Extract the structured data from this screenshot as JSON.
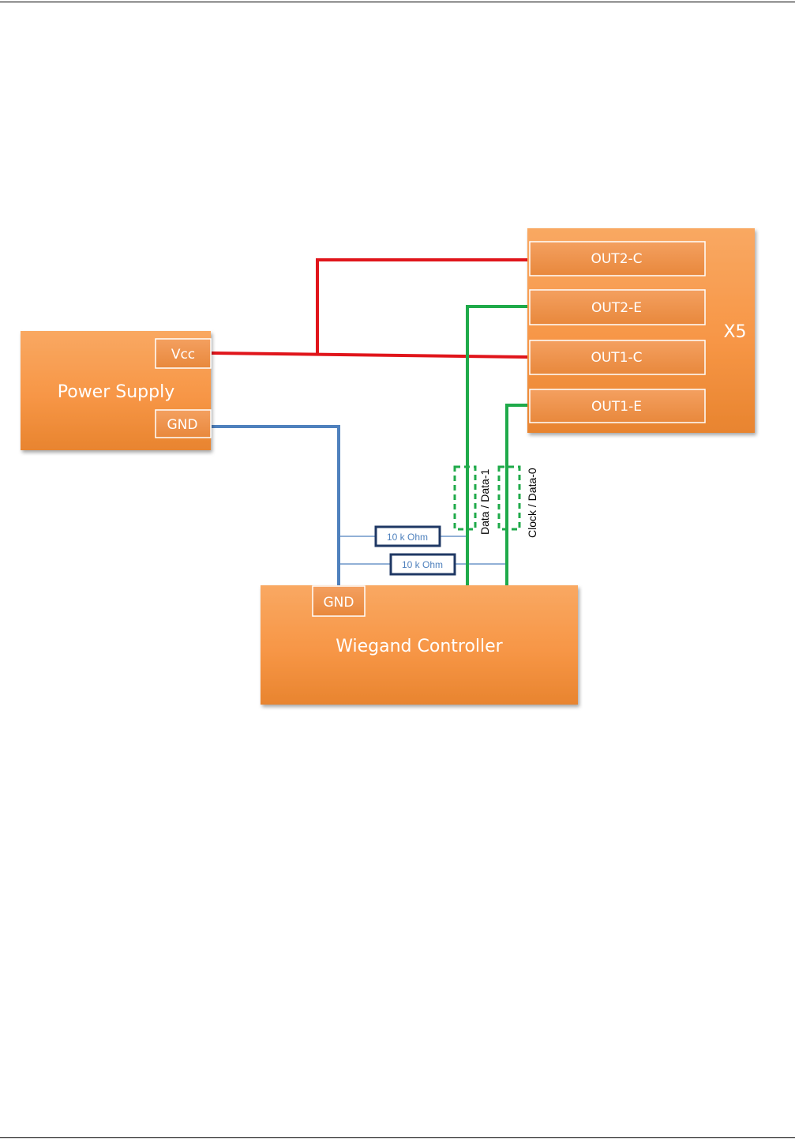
{
  "diagram": {
    "power_supply": {
      "title": "Power Supply",
      "vcc_label": "Vcc",
      "gnd_label": "GND"
    },
    "x5": {
      "title": "X5",
      "ports": [
        "OUT2-C",
        "OUT2-E",
        "OUT1-C",
        "OUT1-E"
      ]
    },
    "wiegand": {
      "title": "Wiegand Controller",
      "gnd_label": "GND"
    },
    "resistors": [
      "10 k Ohm",
      "10 k Ohm"
    ],
    "signals": [
      "Data / Data-1",
      "Clock / Data-0"
    ],
    "colors": {
      "block": "#f79646",
      "power_wire": "#e0151b",
      "ground_wire": "#4f81bd",
      "signal_wire": "#1faa4a",
      "resistor_border": "#1f3864"
    }
  }
}
